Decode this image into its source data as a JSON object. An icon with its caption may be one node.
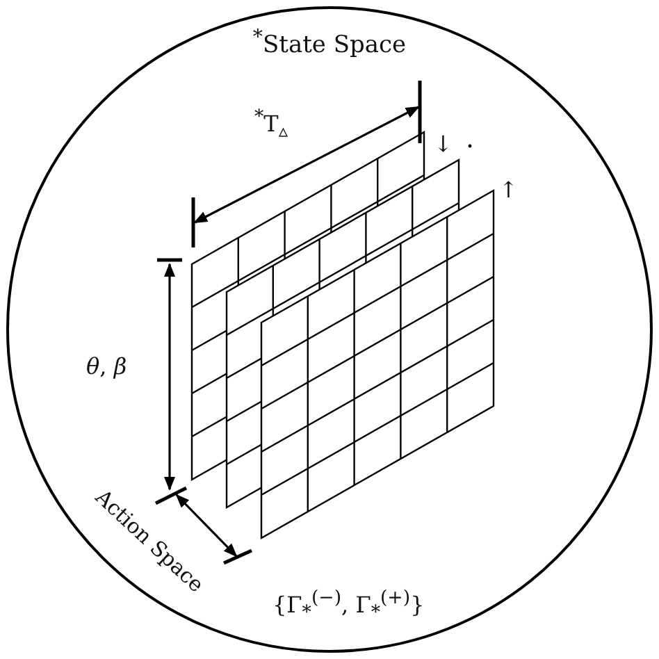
{
  "diagram": {
    "nodes": [
      {
        "text": [
          "$^{*}$State Space"
        ]
      }
    ],
    "edges": [],
    "labels": [
      "$^{*}$T$_{▵}$",
      "↓",
      "↑",
      "*θ*, *β*",
      "Action Space",
      "{Γ$_{*}$$^{(−)}$, Γ$_{*}$$^{(+)}$}"
    ]
  }
}
